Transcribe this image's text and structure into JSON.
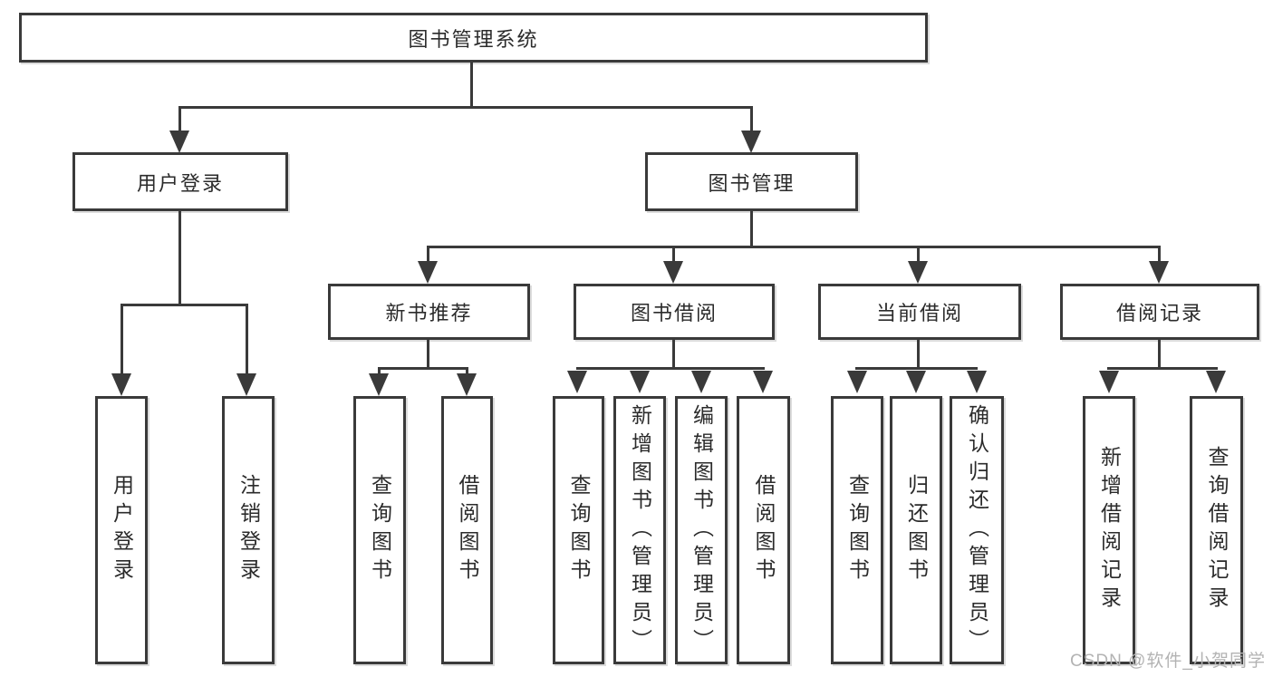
{
  "diagram": {
    "root": {
      "label": "图书管理系统"
    },
    "branches": [
      {
        "label": "用户登录",
        "leaves": [
          {
            "label": "用户登录"
          },
          {
            "label": "注销登录"
          }
        ]
      },
      {
        "label": "图书管理",
        "groups": [
          {
            "label": "新书推荐",
            "leaves": [
              {
                "label": "查询图书"
              },
              {
                "label": "借阅图书"
              }
            ]
          },
          {
            "label": "图书借阅",
            "leaves": [
              {
                "label": "查询图书"
              },
              {
                "label": "新增图书（管理员）"
              },
              {
                "label": "编辑图书（管理员）"
              },
              {
                "label": "借阅图书"
              }
            ]
          },
          {
            "label": "当前借阅",
            "leaves": [
              {
                "label": "查询图书"
              },
              {
                "label": "归还图书"
              },
              {
                "label": "确认归还（管理员）"
              }
            ]
          },
          {
            "label": "借阅记录",
            "leaves": [
              {
                "label": "新增借阅记录"
              },
              {
                "label": "查询借阅记录"
              }
            ]
          }
        ]
      }
    ]
  },
  "watermark": {
    "text": "CSDN @软件_小贺同学"
  },
  "colors": {
    "line": "#3a3a3a",
    "text": "#2b2b2b",
    "background": "#ffffff",
    "watermark": "#b3b3b3"
  }
}
